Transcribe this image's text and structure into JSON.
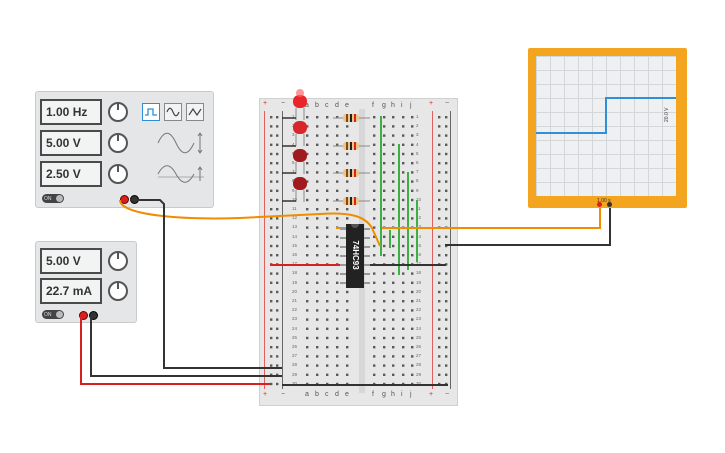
{
  "function_generator": {
    "frequency": "1.00 Hz",
    "amplitude": "5.00 V",
    "dc_offset": "2.50 V",
    "waveforms": [
      "square",
      "sine",
      "triangle"
    ],
    "selected_waveform": "square",
    "switch_label": "ON"
  },
  "power_supply": {
    "voltage": "5.00 V",
    "current": "22.7 mA",
    "switch_label": "ON"
  },
  "breadboard": {
    "column_letters_left": [
      "a",
      "b",
      "c",
      "d",
      "e"
    ],
    "column_letters_right": [
      "f",
      "g",
      "h",
      "i",
      "j"
    ],
    "rows": [
      "1",
      "2",
      "3",
      "4",
      "5",
      "6",
      "7",
      "8",
      "9",
      "10",
      "11",
      "12",
      "13",
      "14",
      "15",
      "16",
      "17",
      "18",
      "19",
      "20",
      "21",
      "22",
      "23",
      "24",
      "25",
      "26",
      "27",
      "28",
      "29",
      "30"
    ],
    "plus": "+",
    "minus": "−"
  },
  "chip": {
    "label": "74HC93"
  },
  "oscilloscope": {
    "time_per_div": "1.00 s",
    "volts_per_div": "20.0 V"
  },
  "colors": {
    "wire_orange": "#f08c00",
    "wire_black": "#333333",
    "wire_red": "#d82020",
    "wire_green": "#3cb043",
    "trace_blue": "#2f8fd8",
    "scope_frame": "#f3a51f"
  }
}
